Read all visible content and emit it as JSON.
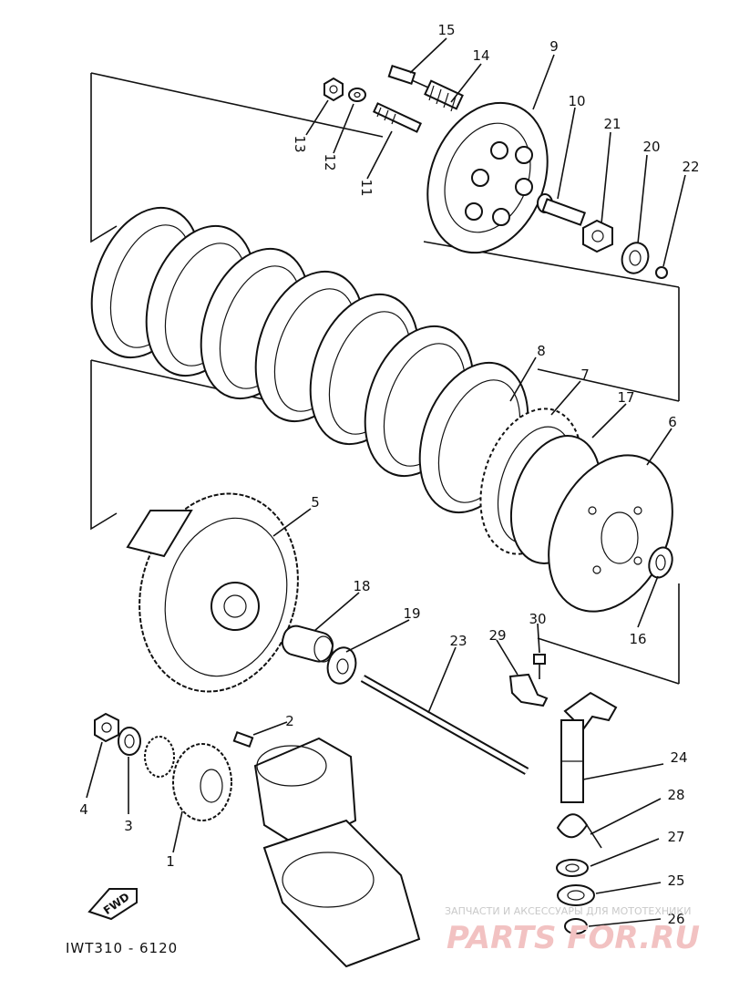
{
  "diagram": {
    "code": "IWT310 - 6120",
    "direction_label": "FWD",
    "watermark": {
      "caption": "ЗАПЧАСТИ И АКСЕССУАРЫ ДЛЯ МОТОТЕХНИКИ",
      "brand": "PARTS FOR.RU"
    },
    "callouts": [
      {
        "id": "1",
        "text": "1"
      },
      {
        "id": "2",
        "text": "2"
      },
      {
        "id": "3",
        "text": "3"
      },
      {
        "id": "4",
        "text": "4"
      },
      {
        "id": "5",
        "text": "5"
      },
      {
        "id": "6",
        "text": "6"
      },
      {
        "id": "7",
        "text": "7"
      },
      {
        "id": "8",
        "text": "8"
      },
      {
        "id": "9",
        "text": "9"
      },
      {
        "id": "10",
        "text": "10"
      },
      {
        "id": "11",
        "text": "11"
      },
      {
        "id": "12",
        "text": "12"
      },
      {
        "id": "13",
        "text": "13"
      },
      {
        "id": "14",
        "text": "14"
      },
      {
        "id": "15",
        "text": "15"
      },
      {
        "id": "16",
        "text": "16"
      },
      {
        "id": "17",
        "text": "17"
      },
      {
        "id": "18",
        "text": "18"
      },
      {
        "id": "19",
        "text": "19"
      },
      {
        "id": "20",
        "text": "20"
      },
      {
        "id": "21",
        "text": "21"
      },
      {
        "id": "22",
        "text": "22"
      },
      {
        "id": "23",
        "text": "23"
      },
      {
        "id": "24",
        "text": "24"
      },
      {
        "id": "25",
        "text": "25"
      },
      {
        "id": "26",
        "text": "26"
      },
      {
        "id": "27",
        "text": "27"
      },
      {
        "id": "28",
        "text": "28"
      },
      {
        "id": "29",
        "text": "29"
      },
      {
        "id": "30",
        "text": "30"
      }
    ]
  }
}
